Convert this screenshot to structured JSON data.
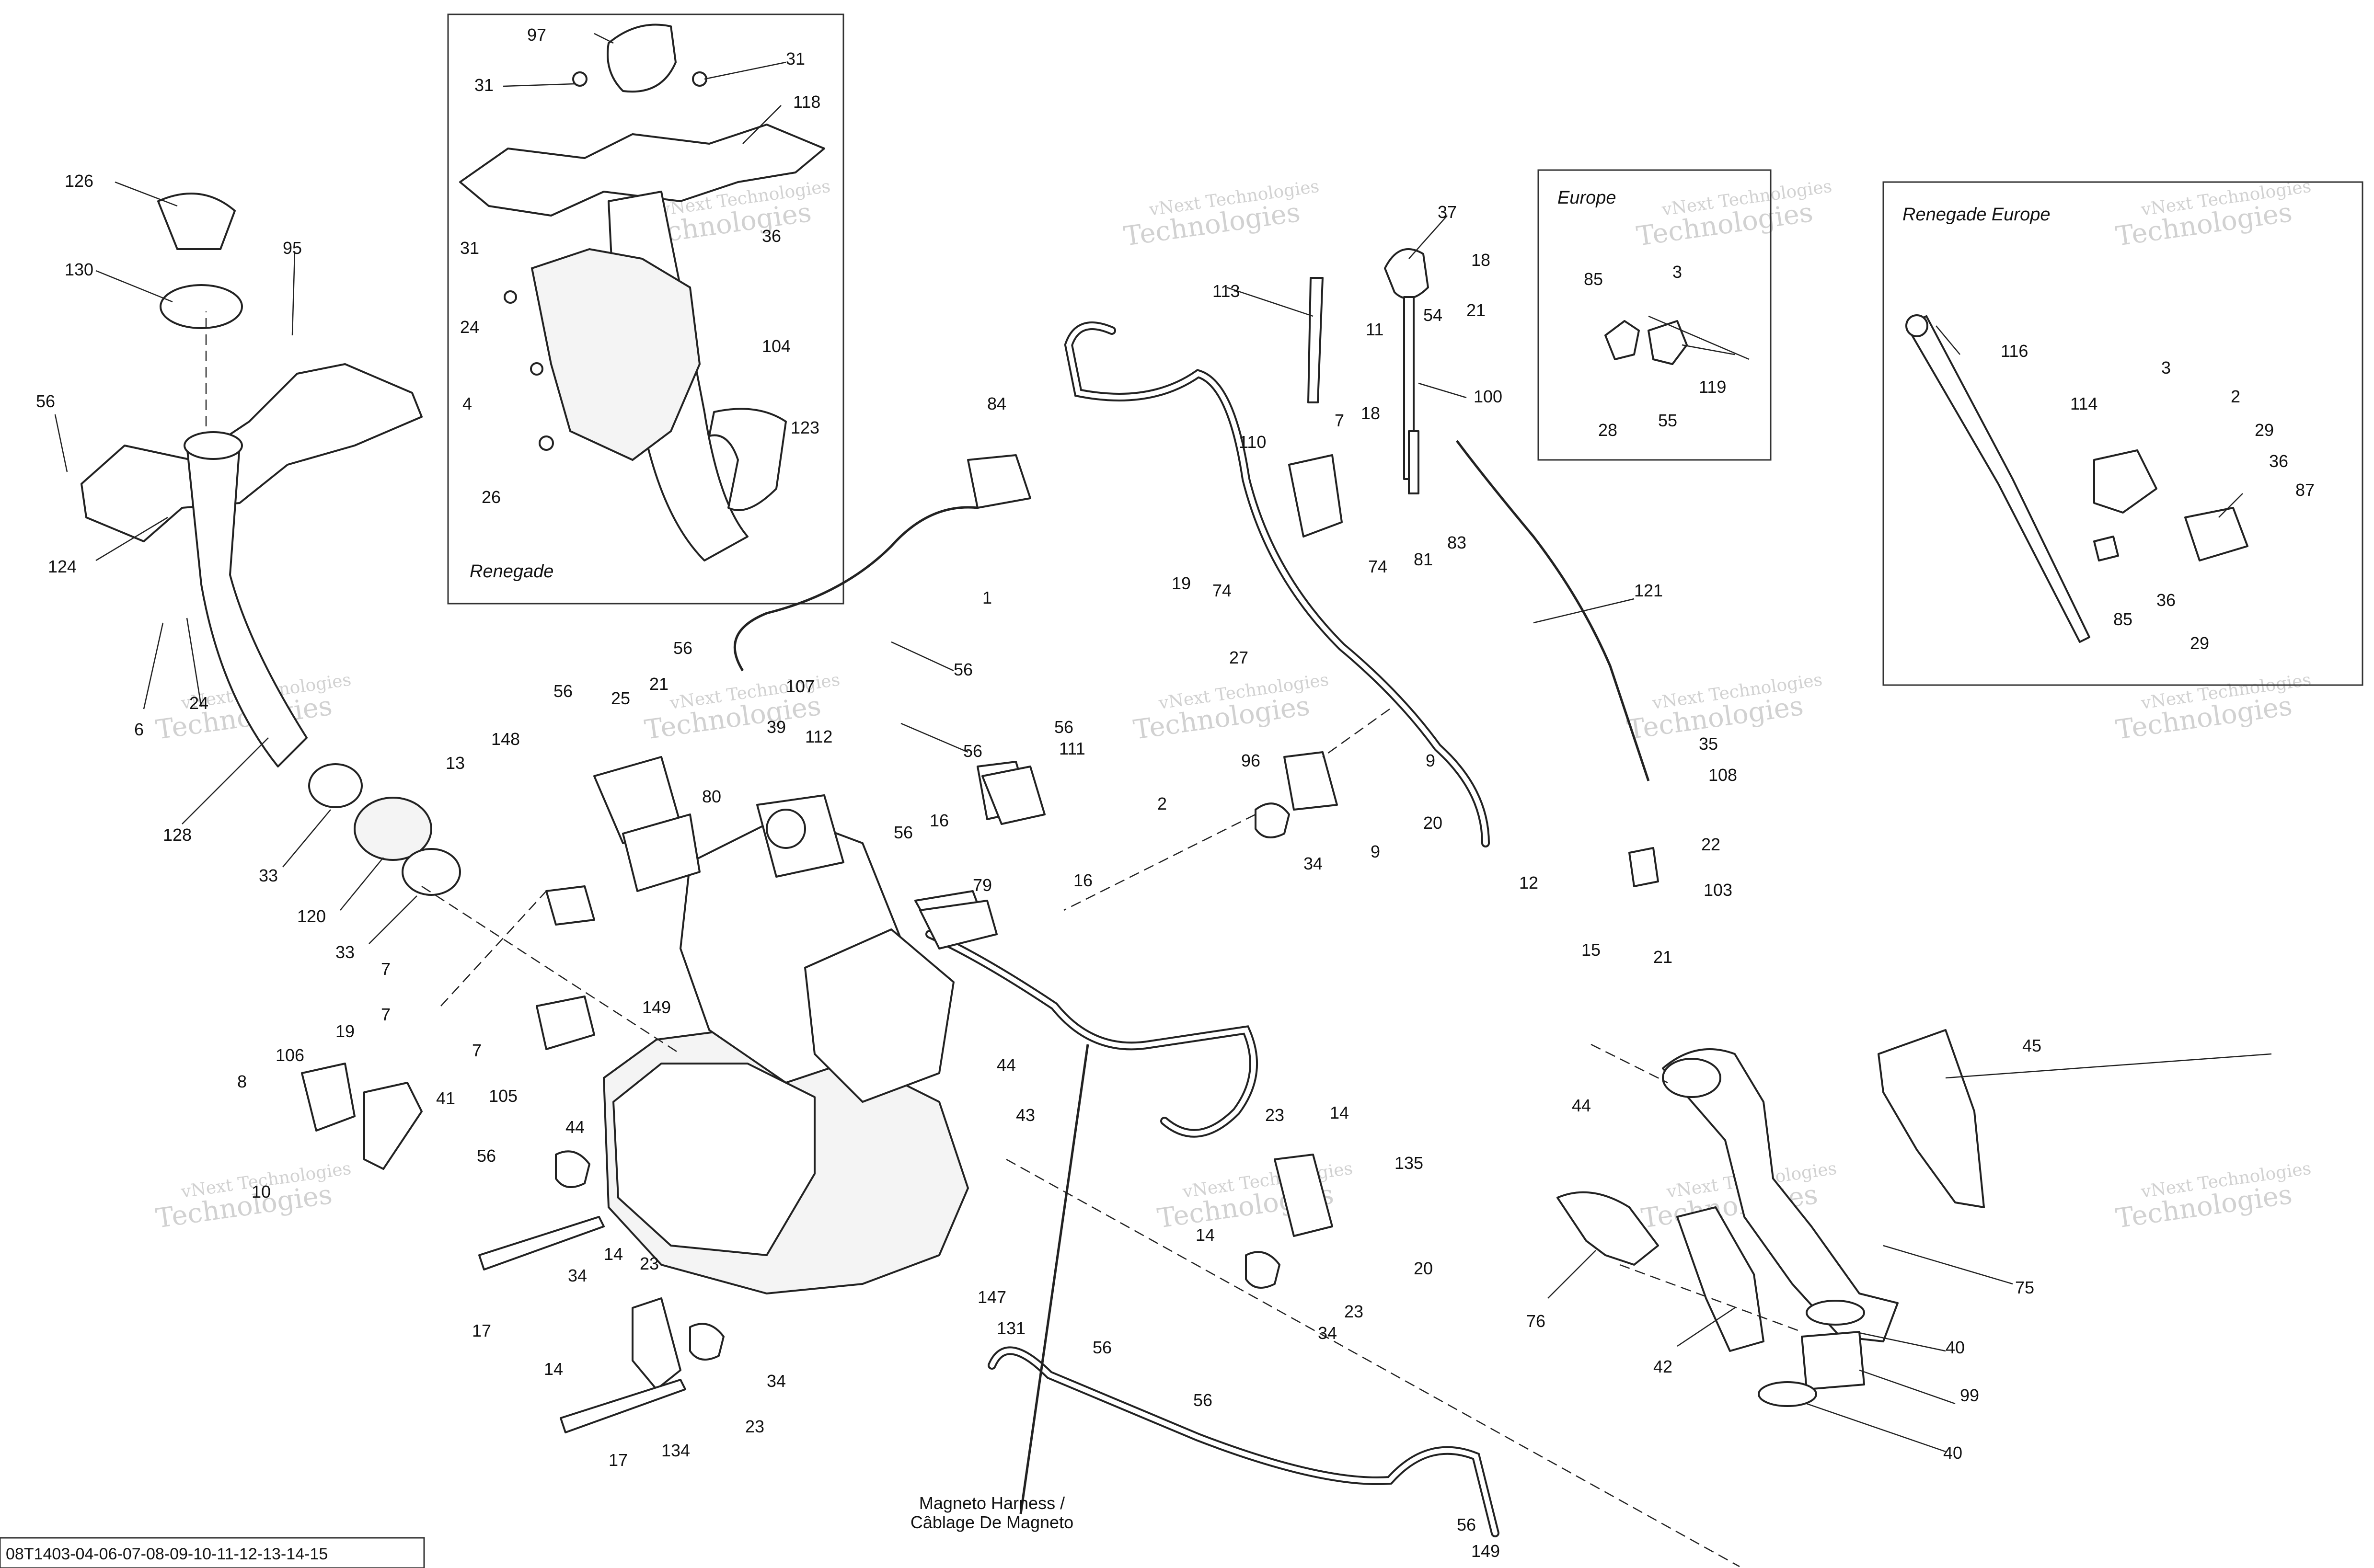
{
  "diagram": {
    "figure_code": "08T1403-04-06-07-08-09-10-11-12-13-14-15",
    "harness_label_line1": "Magneto Harness /",
    "harness_label_line2": "Câblage De Magneto",
    "watermark_line1": "vNext Technologies",
    "watermark_line2": "Technologies",
    "insets": [
      {
        "title": "Renegade"
      },
      {
        "title": "Europe"
      },
      {
        "title": "Renegade Europe"
      }
    ],
    "callouts": [
      "97",
      "31",
      "31",
      "118",
      "31",
      "36",
      "24",
      "4",
      "104",
      "123",
      "26",
      "126",
      "130",
      "95",
      "56",
      "124",
      "6",
      "24",
      "128",
      "33",
      "120",
      "33",
      "84",
      "107",
      "56",
      "56",
      "1",
      "13",
      "148",
      "56",
      "25",
      "21",
      "56",
      "39",
      "112",
      "80",
      "111",
      "56",
      "2",
      "16",
      "56",
      "79",
      "16",
      "7",
      "7",
      "149",
      "7",
      "105",
      "44",
      "106",
      "19",
      "8",
      "41",
      "10",
      "56",
      "44",
      "43",
      "17",
      "34",
      "14",
      "23",
      "147",
      "131",
      "14",
      "34",
      "17",
      "134",
      "23",
      "56",
      "56",
      "56",
      "149",
      "113",
      "37",
      "18",
      "11",
      "54",
      "21",
      "18",
      "100",
      "7",
      "110",
      "83",
      "19",
      "74",
      "74",
      "81",
      "27",
      "121",
      "9",
      "96",
      "20",
      "9",
      "34",
      "35",
      "108",
      "22",
      "12",
      "103",
      "15",
      "21",
      "85",
      "3",
      "119",
      "28",
      "55",
      "116",
      "3",
      "114",
      "2",
      "29",
      "36",
      "87",
      "85",
      "36",
      "29",
      "23",
      "14",
      "135",
      "14",
      "20",
      "34",
      "23",
      "44",
      "45",
      "76",
      "42",
      "75",
      "40",
      "99",
      "40"
    ]
  }
}
